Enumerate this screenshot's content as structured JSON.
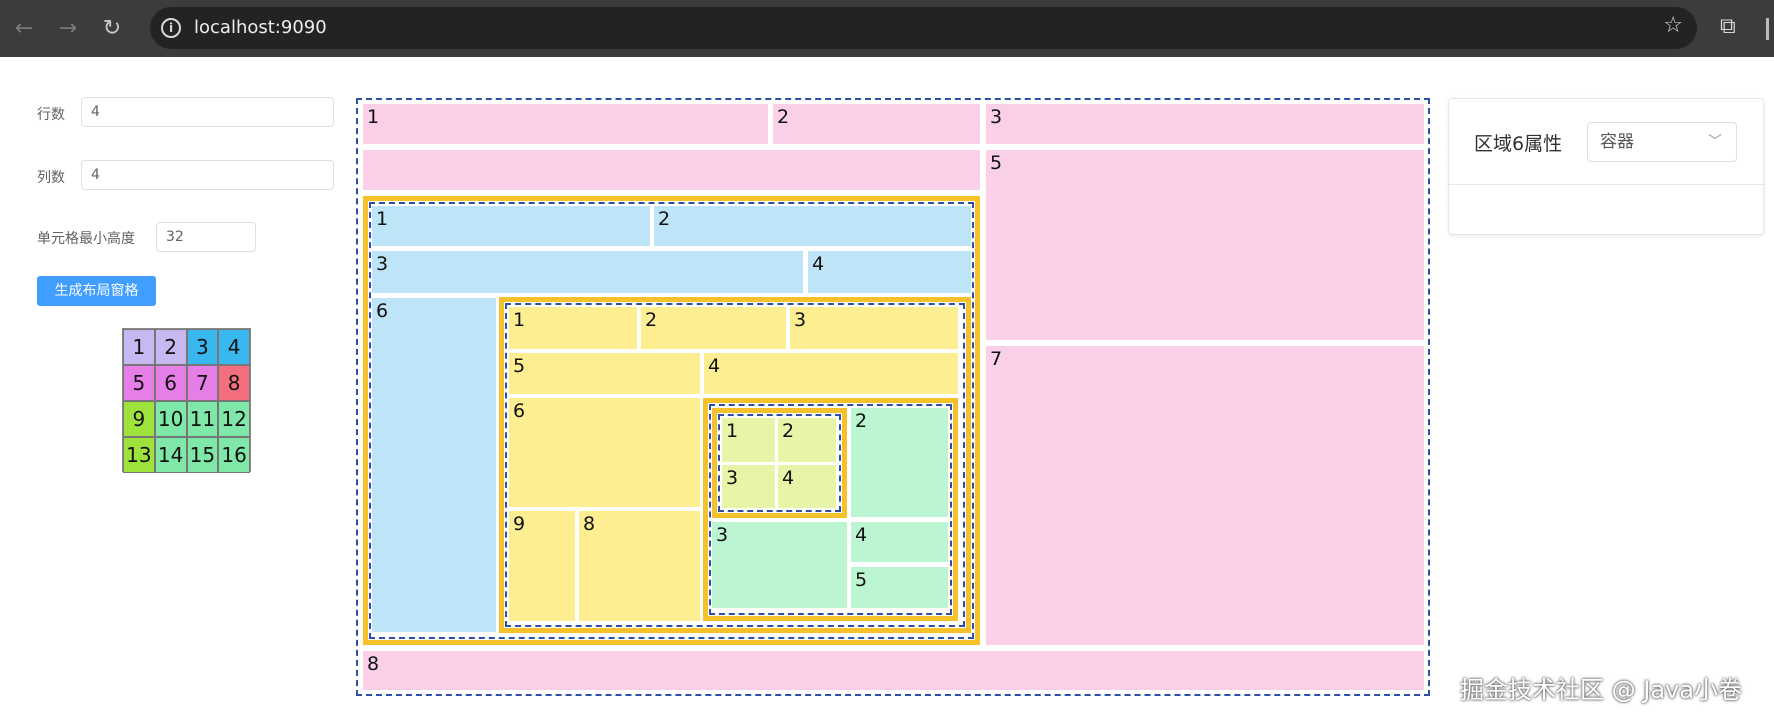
{
  "browser": {
    "url": "localhost:9090"
  },
  "settings": {
    "rows_label": "行数",
    "rows_value": "4",
    "cols_label": "列数",
    "cols_value": "4",
    "min_height_label": "单元格最小高度",
    "min_height_value": "32",
    "generate_button": "生成布局窗格"
  },
  "mini_grid": [
    "1",
    "2",
    "3",
    "4",
    "5",
    "6",
    "7",
    "8",
    "9",
    "10",
    "11",
    "12",
    "13",
    "14",
    "15",
    "16"
  ],
  "mini_grid_colors": {
    "purple_light": "#c8b8f2",
    "cyan": "#38b8ee",
    "magenta": "#e67ee8",
    "red": "#f36f80",
    "lime": "#9ee23c",
    "mint": "#7fe8a8"
  },
  "layout": {
    "top": [
      "1",
      "2",
      "3"
    ],
    "right": [
      "5",
      "7"
    ],
    "bottom": "8",
    "level1": [
      "1",
      "2",
      "3",
      "4",
      "6"
    ],
    "level2": [
      "1",
      "2",
      "3",
      "5",
      "4",
      "6",
      "9",
      "8"
    ],
    "level3": [
      "2",
      "3",
      "4",
      "5"
    ],
    "level4": [
      "1",
      "2",
      "3",
      "4"
    ]
  },
  "properties": {
    "title": "区域6属性",
    "type_value": "容器"
  },
  "watermark": "掘金技术社区 @ Java小卷",
  "colors": {
    "pink": "#fad0e8",
    "blue": "#bee4f8",
    "yellow": "#fdee91",
    "green": "#bcf5d2",
    "dash_border": "#2d4fa7",
    "gold_border": "#f6c12b",
    "button_primary": "#409eff"
  }
}
